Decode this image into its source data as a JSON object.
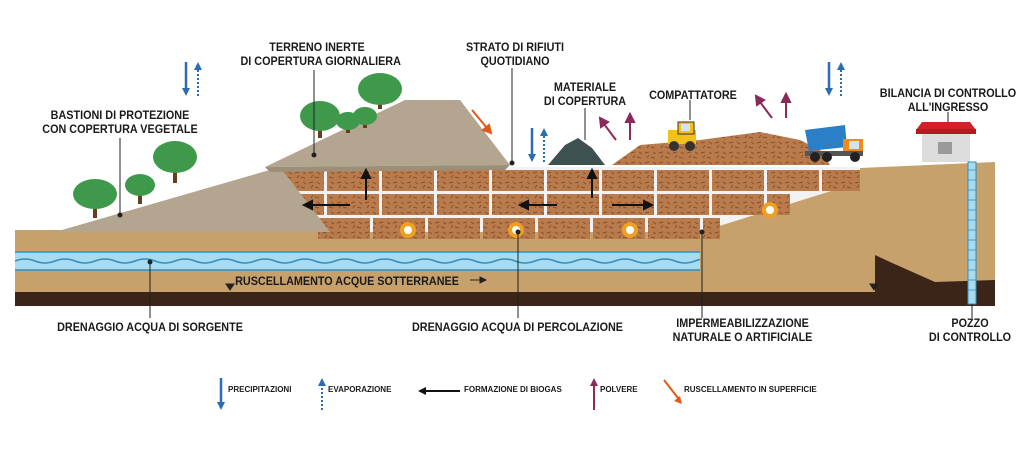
{
  "labels": {
    "terreno": [
      "TERRENO INERTE",
      "DI COPERTURA GIORNALIERA"
    ],
    "strato": [
      "STRATO DI RIFIUTI",
      "QUOTIDIANO"
    ],
    "materiale": [
      "MATERIALE",
      "DI COPERTURA"
    ],
    "compattatore": "COMPATTATORE",
    "bilancia": [
      "BILANCIA DI CONTROLLO",
      "ALL'INGRESSO"
    ],
    "bastioni": [
      "BASTIONI DI PROTEZIONE",
      "CON COPERTURA VEGETALE"
    ],
    "ruscellamento": "RUSCELLAMENTO ACQUE SOTTERRANEE",
    "drenaggio_sorgente": "DRENAGGIO ACQUA DI SORGENTE",
    "drenaggio_percolazione": "DRENAGGIO ACQUA DI PERCOLAZIONE",
    "impermeabilizzazione": [
      "IMPERMEABILIZZAZIONE",
      "NATURALE O ARTIFICIALE"
    ],
    "pozzo": [
      "POZZO",
      "DI CONTROLLO"
    ]
  },
  "legend": {
    "precipitazioni": "PRECIPITAZIONI",
    "evaporazione": "EVAPORAZIONE",
    "biogas": "FORMAZIONE DI BIOGAS",
    "polvere": "POLVERE",
    "superficie": "RUSCELLAMENTO IN SUPERFICIE"
  },
  "colors": {
    "precipitation": "#2a6db3",
    "evaporation": "#2a6db3",
    "biogas": "#111111",
    "dust": "#8a2a5a",
    "runoff": "#e05a1a",
    "soil": "#c9a06a",
    "waste": "#b8764a",
    "water": "#a9dcef",
    "bedrock": "#3a2418",
    "roof": "#d4202a"
  }
}
